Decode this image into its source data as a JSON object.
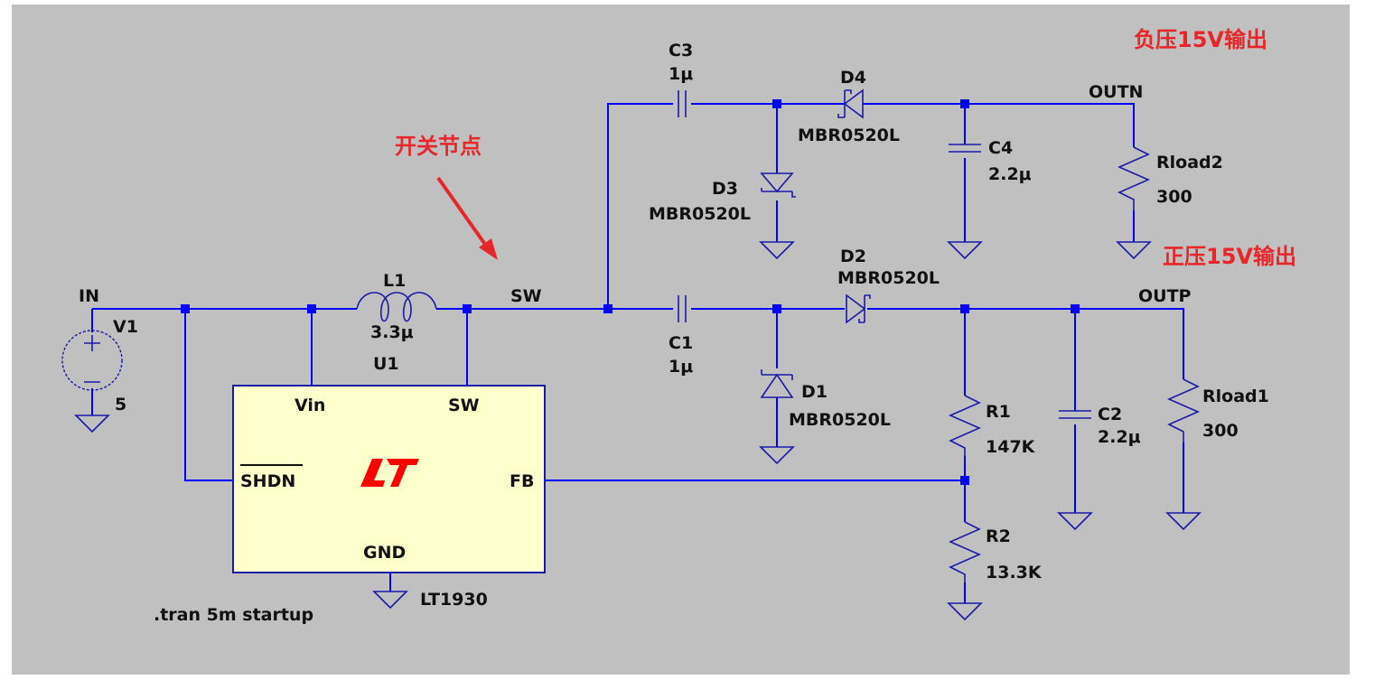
{
  "schematic": {
    "app_style": "LTspice",
    "background_color": "#c0c0c0",
    "wire_color": "#0000ff",
    "annotation_color": "#e8262a",
    "nets": {
      "in": "IN",
      "sw": "SW",
      "outn": "OUTN",
      "outp": "OUTP"
    },
    "components": {
      "v1": {
        "ref": "V1",
        "value": "5"
      },
      "l1": {
        "ref": "L1",
        "value": "3.3μ"
      },
      "u1": {
        "ref": "U1",
        "part": "LT1930",
        "pins": {
          "vin": "Vin",
          "sw": "SW",
          "shdn": "SHDN",
          "fb": "FB",
          "gnd": "GND"
        },
        "logo": "LT"
      },
      "c1": {
        "ref": "C1",
        "value": "1μ"
      },
      "c2": {
        "ref": "C2",
        "value": "2.2μ"
      },
      "c3": {
        "ref": "C3",
        "value": "1μ"
      },
      "c4": {
        "ref": "C4",
        "value": "2.2μ"
      },
      "d1": {
        "ref": "D1",
        "value": "MBR0520L"
      },
      "d2": {
        "ref": "D2",
        "value": "MBR0520L"
      },
      "d3": {
        "ref": "D3",
        "value": "MBR0520L"
      },
      "d4": {
        "ref": "D4",
        "value": "MBR0520L"
      },
      "r1": {
        "ref": "R1",
        "value": "147K"
      },
      "r2": {
        "ref": "R2",
        "value": "13.3K"
      },
      "rload1": {
        "ref": "Rload1",
        "value": "300"
      },
      "rload2": {
        "ref": "Rload2",
        "value": "300"
      }
    },
    "directive": ".tran 5m startup",
    "annotations": {
      "switch_node": "开关节点",
      "negative_output": "负压15V输出",
      "positive_output": "正压15V输出"
    }
  }
}
